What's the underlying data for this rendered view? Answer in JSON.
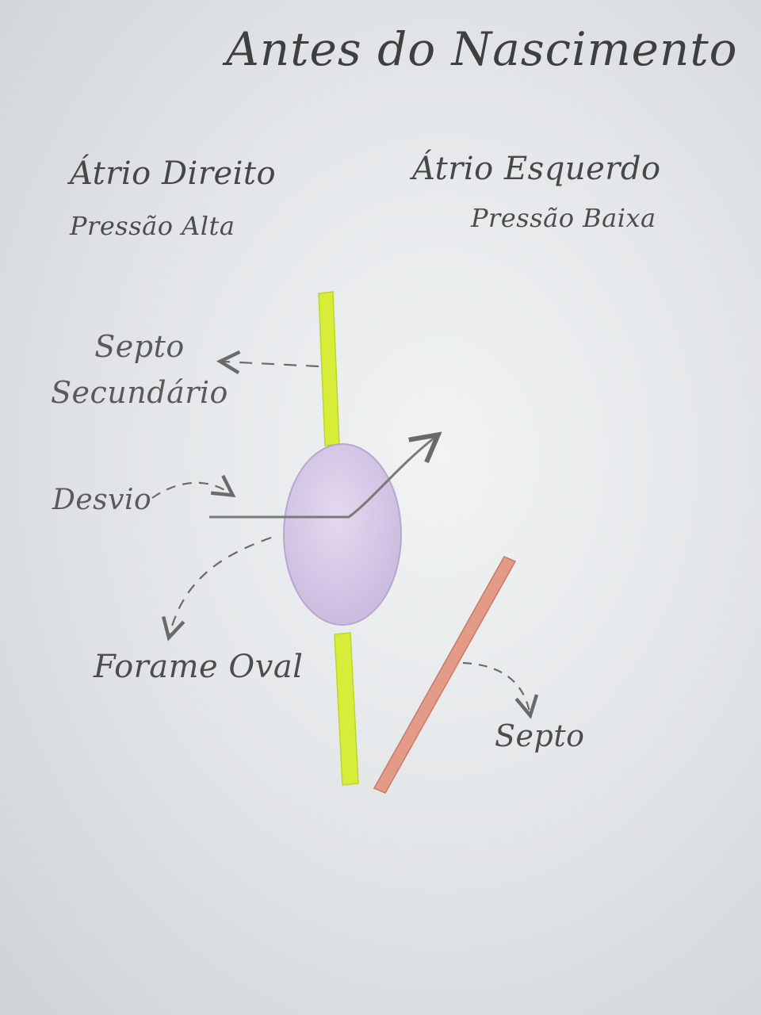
{
  "title": "Antes do Nascimento",
  "right_atrium": {
    "label": "Átrio Direito",
    "pressure": "Pressão Alta"
  },
  "left_atrium": {
    "label": "Átrio Esquerdo",
    "pressure": "Pressão Baixa"
  },
  "labels": {
    "septum_secundum_line1": "Septo",
    "septum_secundum_line2": "Secundário",
    "shunt": "Desvio",
    "foramen_ovale": "Forame Oval",
    "septum": "Septo"
  },
  "colors": {
    "septum_secundum": "#d6ee3a",
    "foramen_ovale": "#d9cce9",
    "septum_primum": "#e39a86",
    "pencil": "#6f6f6f"
  }
}
